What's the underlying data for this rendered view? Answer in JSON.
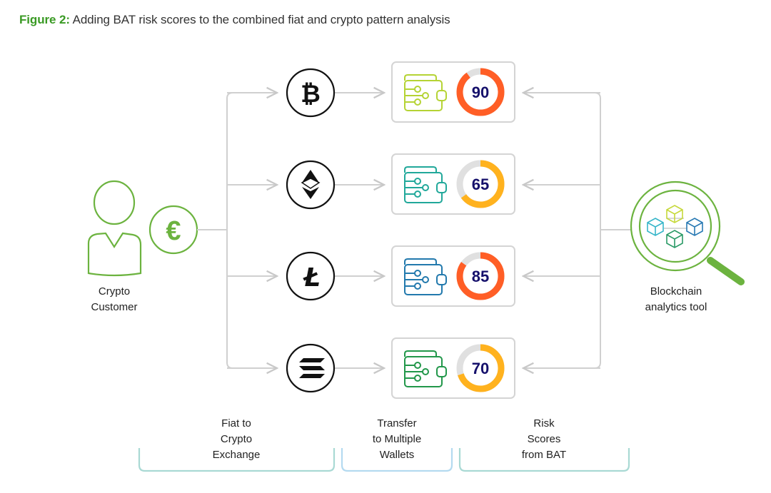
{
  "title": {
    "prefix": "Figure 2:",
    "text": " Adding BAT risk scores to the combined fiat and crypto pattern analysis"
  },
  "customer": {
    "label_line1": "Crypto",
    "label_line2": "Customer",
    "currency_icon": "euro-icon",
    "currency_symbol": "€"
  },
  "coins": [
    {
      "name": "bitcoin",
      "icon": "bitcoin-icon",
      "symbol": "₿"
    },
    {
      "name": "ethereum",
      "icon": "ethereum-icon"
    },
    {
      "name": "litecoin",
      "icon": "litecoin-icon",
      "symbol": "Ł"
    },
    {
      "name": "solana",
      "icon": "solana-icon"
    }
  ],
  "wallets": [
    {
      "score": "90",
      "value": 90,
      "wallet_color": "#b5d334",
      "ring_color": "#ff5e26"
    },
    {
      "score": "65",
      "value": 65,
      "wallet_color": "#21a89a",
      "ring_color": "#ffb21e"
    },
    {
      "score": "85",
      "value": 85,
      "wallet_color": "#2279ad",
      "ring_color": "#ff5e26"
    },
    {
      "score": "70",
      "value": 70,
      "wallet_color": "#22974a",
      "ring_color": "#ffb21e"
    }
  ],
  "tool": {
    "label_line1": "Blockchain",
    "label_line2": "analytics tool"
  },
  "stages": [
    {
      "lines": [
        "Fiat to",
        "Crypto",
        "Exchange"
      ]
    },
    {
      "lines": [
        "Transfer",
        "to Multiple",
        "Wallets"
      ]
    },
    {
      "lines": [
        "Risk",
        "Scores",
        "from BAT"
      ]
    }
  ],
  "colors": {
    "brand_green": "#6cb33f",
    "connector_gray": "#d0d0d0",
    "score_text": "#15106b",
    "ring_track": "#e0e0e0",
    "bracket_teal": "#a9d9d4",
    "bracket_blue": "#b4daf0"
  }
}
